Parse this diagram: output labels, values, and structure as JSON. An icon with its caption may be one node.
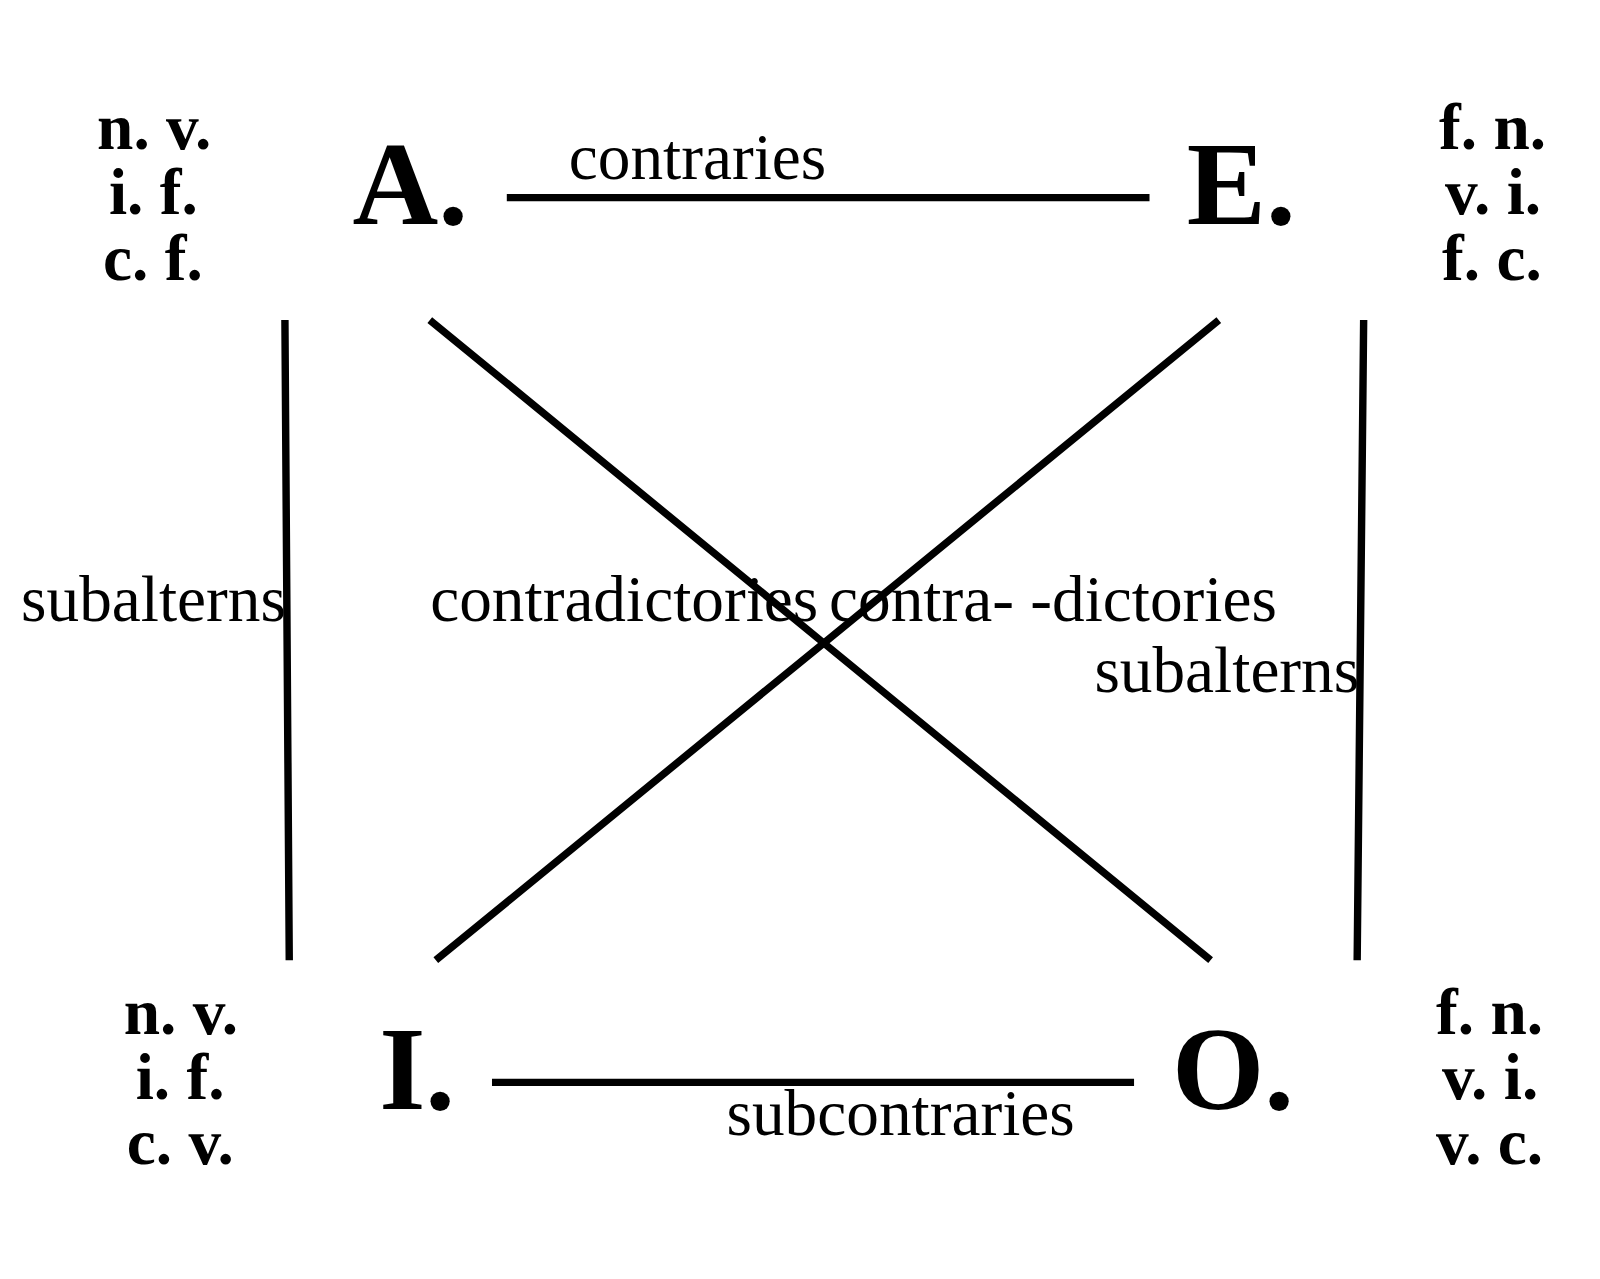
{
  "diagram": {
    "nodes": [
      {
        "text": [
          "A."
        ],
        "beside": [
          "n. v.",
          "i. f.",
          "c. f."
        ]
      },
      {
        "text": [
          "E."
        ],
        "beside": [
          "f. n.",
          "v. i.",
          "f. c."
        ]
      },
      {
        "text": [
          "I."
        ],
        "beside": [
          "n. v.",
          "i. f.",
          "c. v."
        ]
      },
      {
        "text": [
          "O."
        ],
        "beside": [
          "f. n.",
          "v. i.",
          "v. c."
        ]
      }
    ],
    "edges": [
      {
        "from": 0,
        "to": 1,
        "arrow": "none",
        "label": "contraries"
      },
      {
        "from": 0,
        "to": 2,
        "arrow": "none",
        "label": "subalterns"
      },
      {
        "from": 0,
        "to": 3,
        "arrow": "none",
        "label": "contradictories"
      },
      {
        "from": 1,
        "to": 2,
        "arrow": "none",
        "label": "contra- -dictories"
      },
      {
        "from": 1,
        "to": 3,
        "arrow": "none",
        "label": "subalterns"
      },
      {
        "from": 2,
        "to": 3,
        "arrow": "none",
        "label": "subcontraries"
      }
    ]
  }
}
